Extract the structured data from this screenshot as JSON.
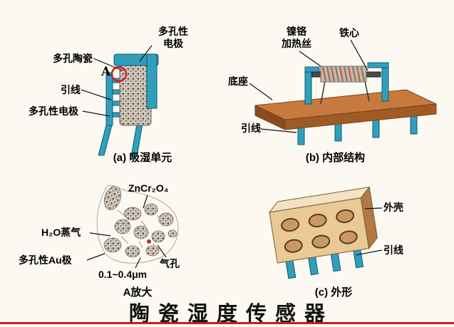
{
  "title": {
    "text": "陶瓷湿度传感器"
  },
  "panel_a": {
    "caption": "(a) 吸湿单元",
    "labels": {
      "electrode_top": "多孔性\n电极",
      "ceramic": "多孔陶瓷",
      "marker": "A",
      "lead": "引线",
      "electrode_bottom": "多孔性电极"
    }
  },
  "panel_b": {
    "caption": "(b) 内部结构",
    "labels": {
      "heater": "镍铬\n加热丝",
      "core": "铁心",
      "base": "底座",
      "lead": "引线"
    }
  },
  "panel_mag": {
    "caption": "A放大",
    "labels": {
      "material": "ZnCr₂O₄",
      "vapor": "H₂O蒸气",
      "au_electrode": "多孔性Au极",
      "size": "0.1~0.4μm",
      "pore": "气孔"
    }
  },
  "panel_c": {
    "caption": "(c) 外形",
    "labels": {
      "shell": "外壳",
      "lead": "引线"
    }
  },
  "colors": {
    "electrode_teal": "#2f9fbc",
    "base_orange": "#c87a3e",
    "housing_tan": "#e9c995",
    "accent_red": "#c42020"
  }
}
